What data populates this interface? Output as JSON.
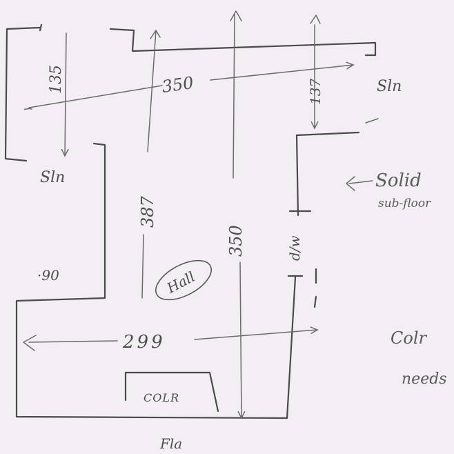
{
  "plan": {
    "dim_top_span": "350",
    "dim_left_run": "135",
    "dim_right_run": "137",
    "dim_hall_length": "387",
    "dim_centre_length": "350",
    "dim_step": "·90",
    "dim_lower_width": "299",
    "dim_right_partial": "d/w"
  },
  "labels": {
    "left_landing": "Sln",
    "right_landing": "Sln",
    "hall": "Hall",
    "bottom_box": "COLR",
    "bottom_mark": "Fla",
    "solid_line1": "Solid",
    "solid_line2": "sub-floor",
    "right_note_line1": "Colr",
    "right_note_line2": "needs"
  },
  "colors": {
    "paper": "#f3eef4",
    "pencil": "#4a4a4a"
  }
}
